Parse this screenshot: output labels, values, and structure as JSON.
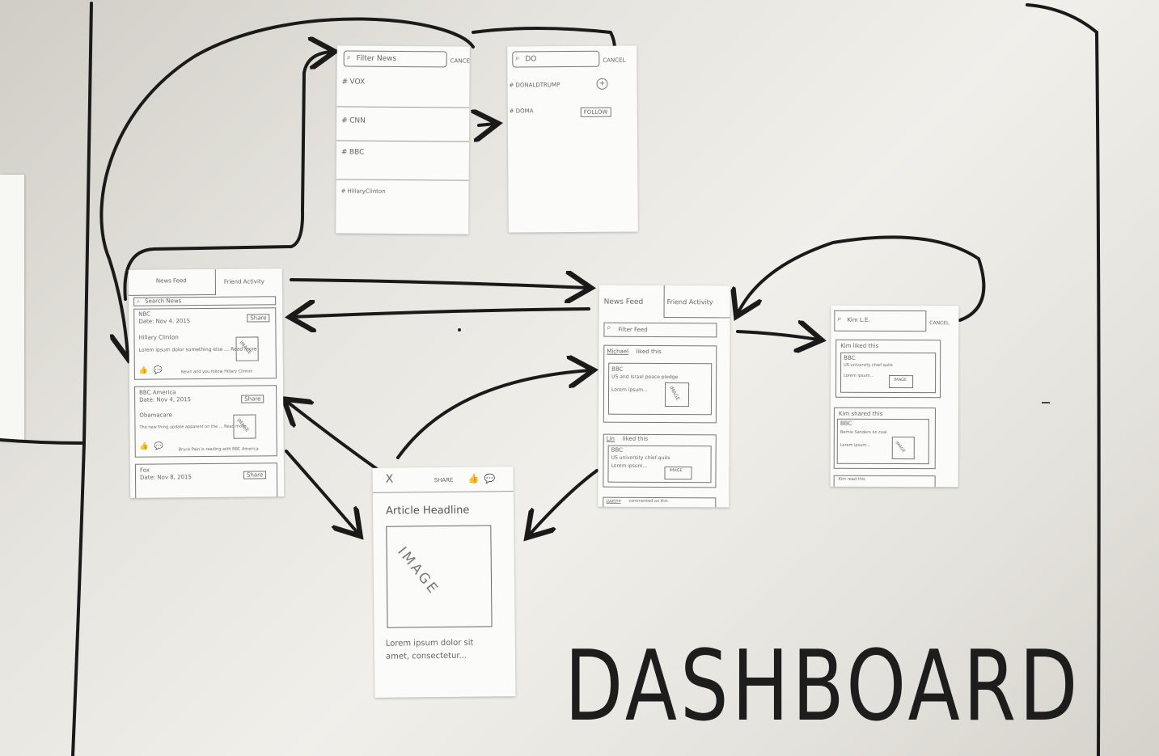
{
  "board_title": "DASHBOARD",
  "search_screen": {
    "search_value": "Filter News",
    "cancel_label": "CANCEL",
    "sources": [
      "VOX",
      "CNN",
      "BBC",
      "HillaryClinton"
    ]
  },
  "results_screen": {
    "search_value": "DO",
    "cancel_label": "CANCEL",
    "results": [
      {
        "label": "DONALDTRUMP",
        "action": "+"
      },
      {
        "label": "DOMA",
        "action": "FOLLOW"
      }
    ]
  },
  "news_feed_screen": {
    "tabs": [
      "News Feed",
      "Friend Activity"
    ],
    "search_value": "Search News",
    "items": [
      {
        "source": "NBC",
        "date": "Date: Nov 4, 2015",
        "share": "Share",
        "headline": "Hillary Clinton",
        "body": "Lorem ipsum dolor something else ... Read more",
        "image": "IMAGE",
        "social": "Kevin and you follow Hillary Clinton"
      },
      {
        "source": "BBC America",
        "date": "Date: Nov 4, 2015",
        "share": "Share",
        "headline": "Obamacare",
        "body": "The new thing update apparent on the ... Read more",
        "image": "IMAGE",
        "social": "Bruce Pain is reading with BBC America"
      },
      {
        "source": "Fox",
        "date": "Date: Nov 8, 2015",
        "share": "Share"
      }
    ]
  },
  "friend_activity_screen": {
    "tabs": [
      "News Feed",
      "Friend Activity"
    ],
    "search_value": "Filter Feed",
    "items": [
      {
        "actor": "Michael",
        "verb": "liked this",
        "source": "BBC",
        "body": "US and Israel peace pledge",
        "more": "Lorem ipsum...",
        "image": "IMAGE"
      },
      {
        "actor": "Lin",
        "verb": "liked this",
        "source": "BBC",
        "body": "US university chief quits",
        "more": "Lorem ipsum...",
        "image": "IMAGE"
      },
      {
        "actor": "Luanne",
        "verb": "commented on this"
      }
    ]
  },
  "friend_search_screen": {
    "search_value": "Kim L.E.",
    "cancel_label": "CANCEL",
    "items": [
      {
        "header": "Kim liked this",
        "source": "BBC",
        "body": "US university chief quits",
        "more": "Lorem ipsum...",
        "image": "IMAGE"
      },
      {
        "header": "Kim shared this",
        "source": "BBC",
        "body": "Bernie Sanders on coal",
        "more": "Lorem ipsum...",
        "image": "IMAGE"
      },
      {
        "header": "Kim read this"
      }
    ]
  },
  "article_screen": {
    "close": "X",
    "share_label": "SHARE",
    "headline": "Article Headline",
    "image_label": "IMAGE",
    "body_line1": "Lorem ipsum dolor sit",
    "body_line2": "amet, consectetur..."
  },
  "colors": {
    "marker": "#1a1a1a",
    "board": "#ebe9e3",
    "paper": "#fbfbf9",
    "pencil": "#666666"
  }
}
